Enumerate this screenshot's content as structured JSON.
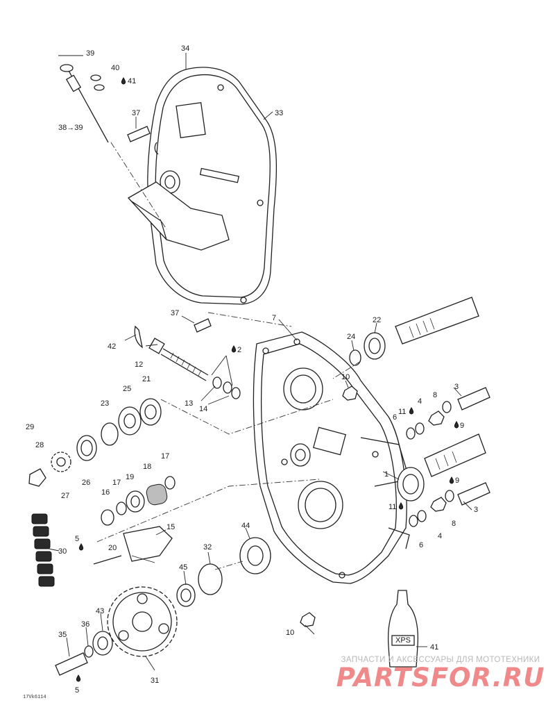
{
  "diagram": {
    "code": "17Vk6114",
    "callouts": {
      "c1": "1",
      "c2": "2",
      "c3a": "3",
      "c3b": "3",
      "c4a": "4",
      "c4b": "4",
      "c5a": "5",
      "c5b": "5",
      "c6a": "6",
      "c6b": "6",
      "c7": "7",
      "c8a": "8",
      "c8b": "8",
      "c9a": "9",
      "c9b": "9",
      "c10a": "10",
      "c10b": "10",
      "c11a": "11",
      "c11b": "11",
      "c12": "12",
      "c13": "13",
      "c14": "14",
      "c15": "15",
      "c16": "16",
      "c17a": "17",
      "c17b": "17",
      "c18": "18",
      "c19": "19",
      "c20": "20",
      "c21": "21",
      "c22": "22",
      "c23": "23",
      "c24": "24",
      "c25": "25",
      "c26": "26",
      "c27": "27",
      "c28": "28",
      "c29": "29",
      "c30": "30",
      "c31": "31",
      "c32": "32",
      "c33": "33",
      "c34": "34",
      "c35": "35",
      "c36": "36",
      "c37a": "37",
      "c37b": "37",
      "c38": "38→39",
      "c39": "39",
      "c40": "40",
      "c41a": "41",
      "c41b": "41",
      "c42": "42",
      "c43": "43",
      "c44": "44",
      "c45": "45"
    },
    "bottle_label": "XPS"
  },
  "watermark": {
    "subtitle": "ЗАПЧАСТИ И АКСЕССУАРЫ ДЛЯ МОТОТЕХНИКИ",
    "brand": "PARTSFOR.RU"
  },
  "colors": {
    "line": "#1f1f1f",
    "watermark_brand": "#f08a8a",
    "watermark_text": "#b8b8b8"
  }
}
